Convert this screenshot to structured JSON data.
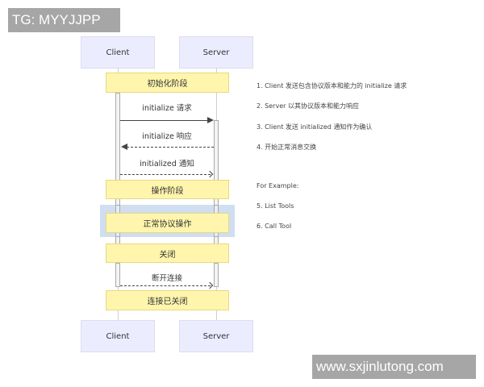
{
  "watermarks": {
    "top_left": "TG: MYYJJPP",
    "bottom_right": "www.sxjinlutong.com"
  },
  "diagram": {
    "actors_top": [
      {
        "label": "Client"
      },
      {
        "label": "Server"
      }
    ],
    "actors_bottom": [
      {
        "label": "Client"
      },
      {
        "label": "Server"
      }
    ],
    "notes": {
      "init_phase": "初始化阶段",
      "operation_phase": "操作阶段",
      "normal_ops": "正常协议操作",
      "close": "关闭",
      "closed": "连接已关闭"
    },
    "messages": [
      {
        "label": "initialize 请求",
        "direction": "client-to-server",
        "style": "solid"
      },
      {
        "label": "initialize 响应",
        "direction": "server-to-client",
        "style": "dashed"
      },
      {
        "label": "initialized 通知",
        "direction": "client-to-server",
        "style": "dashed"
      },
      {
        "label": "断开连接",
        "direction": "client-to-server",
        "style": "dashed"
      }
    ]
  },
  "side_notes": {
    "steps": [
      "1. Client 发送包含协议版本和能力的 initialize 请求",
      "2. Server 以其协议版本和能力响应",
      "3. Client 发送 initialized 通知作为确认",
      "4. 开始正常消息交换"
    ],
    "example_title": "For Example:",
    "examples": [
      "5. List Tools",
      "6.  Call Tool"
    ]
  },
  "colors": {
    "actor_bg": "#ececff",
    "note_bg": "#fff5ad",
    "highlight_bg": "#c8d8f0",
    "watermark_bg": "#a6a6a6"
  }
}
